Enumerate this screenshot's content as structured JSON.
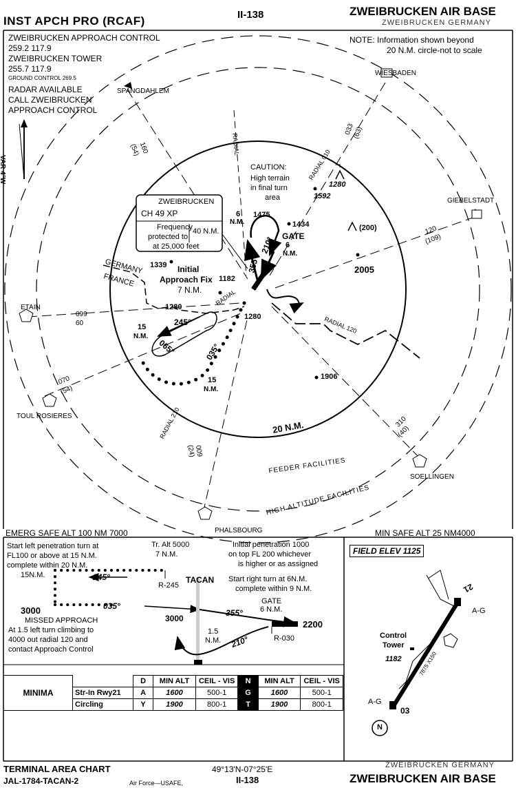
{
  "header": {
    "title_left": "INST APCH PRO (RCAF)",
    "page_code": "II-138",
    "airport_name": "ZWEIBRUCKEN AIR BASE",
    "airport_location": "ZWEIBRUCKEN GERMANY"
  },
  "comms": {
    "approach_control": "ZWEIBRUCKEN APPROACH CONTROL",
    "approach_freqs": "259.2   117.9",
    "tower": "ZWEIBRUCKEN TOWER",
    "tower_freqs": "255.7   117.9",
    "ground": "GROUND CONTROL  269.5",
    "radar_line1": "RADAR  AVAILABLE",
    "radar_line2": "CALL  ZWEIBRUCKEN",
    "radar_line3": "APPROACH  CONTROL"
  },
  "note": {
    "line1": "NOTE:  Information shown beyond",
    "line2": "20 N.M. circle-not to scale"
  },
  "var": "VAR 4°W",
  "caution": {
    "line1": "CAUTION:",
    "line2": "High terrain",
    "line3": "in final turn",
    "line4": "area"
  },
  "tacan_box": {
    "name": "ZWEIBRUCKEN",
    "channel": "CH  49   XP",
    "freq_line1": "Frequency",
    "freq_line2": "protected to",
    "freq_line3": "at 25,000 feet",
    "range": "40 N.M."
  },
  "plan": {
    "iaf_line1": "Initial",
    "iaf_line2": "Approach Fix",
    "iaf_line3": "7 N.M.",
    "gate": "GATE",
    "gate_dist": "6",
    "gate_nm": "N.M.",
    "nm6": "6",
    "nm6b": "N.M.",
    "nm15a": "15",
    "nm15a_b": "N.M.",
    "nm15b": "15",
    "nm15b_b": "N.M.",
    "crs_245": "245°",
    "crs_065": "065°",
    "crs_035": "035°",
    "crs_355": "355°",
    "crs_210": "210°",
    "radial": "RADIAL",
    "radial_010": "RADIAL 010",
    "radial_120": "RADIAL 120",
    "radial_210": "RADIAL 210",
    "ring_20": "20 N.M.",
    "feeder": "FEEDER FACILITIES",
    "high_alt": "HIGH ALTITUDE FACILITIES",
    "germany": "GERMANY",
    "france": "FRANCE",
    "elev_1339": "1339",
    "elev_1182": "1182",
    "elev_1280a": "1280",
    "elev_1280b": "1280",
    "elev_1475": "1475",
    "elev_1434": "1434",
    "elev_1592": "1592",
    "elev_1280c": "1280",
    "elev_200": "(200)",
    "elev_2005": "2005",
    "elev_1906": "1906"
  },
  "facilities": {
    "spangdahlem": "SPANGDAHLEM",
    "spangdahlem_brg": "160",
    "spangdahlem_dist": "(54)",
    "wiesbaden": "WIESBADEN",
    "wiesbaden_brg": "033",
    "wiesbaden_dist": "(63)",
    "giebelstadt": "GIEBELSTADT",
    "giebelstadt_brg": "120",
    "giebelstadt_dist": "(109)",
    "etain": "ETAIN",
    "etain_brg": "099",
    "etain_dist": "60",
    "toul": "TOUL ROSIERES",
    "toul_brg": "070",
    "toul_dist": "(54)",
    "phalsbourg": "PHALSBOURG",
    "phalsbourg_brg": "009",
    "phalsbourg_dist": "(24)",
    "soellingen": "SOELLINGEN",
    "soellingen_brg": "310",
    "soellingen_dist": "(40)"
  },
  "safe_alts": {
    "emerg": "EMERG SAFE ALT 100 NM 7000",
    "min": "MIN SAFE ALT 25 NM4000",
    "field_elev": "FIELD ELEV 1125"
  },
  "profile": {
    "left_note1": "Start left penetration turn at",
    "left_note2": "FL100 or above at 15 N.M.",
    "left_note3": "complete within 20 N.M.",
    "tr_alt1": "Tr. Alt 5000",
    "tr_alt2": "7 N.M.",
    "right_note1": "Initial penetration 1000",
    "right_note2": "on top FL 200 whichever",
    "right_note3": "is higher or as assigned",
    "right_note4": "Start right turn at 6N.M.",
    "right_note5": "complete within 9 N.M.",
    "nm15": "15N.M.",
    "crs245": "245°",
    "r245": "R-245",
    "tacan": "TACAN",
    "alt3000a": "3000",
    "crs035": "035°",
    "alt3000b": "3000",
    "crs355": "355°",
    "gate": "GATE",
    "gate_nm": "6 N.M.",
    "alt2200": "2200",
    "ma1": "MISSED  APPROACH",
    "ma2": "At 1.5 left turn climbing to",
    "ma3": "4000 out radial 120 and",
    "ma4": "contact Approach Control",
    "nm15b": "1.5",
    "nm15b_u": "N.M.",
    "crs210": "210°",
    "r030": "R-030"
  },
  "minima": {
    "label": "MINIMA",
    "d": "D",
    "a": "A",
    "y": "Y",
    "col_min_alt": "MIN ALT",
    "col_ceil_vis": "CEIL - VIS",
    "row1_label": "Str-In Rwy21",
    "row2_label": "Circling",
    "r1_alt1": "1600",
    "r1_cv1": "500-1",
    "r1_alt2": "1600",
    "r1_cv2": "500-1",
    "r2_alt1": "1900",
    "r2_cv1": "800-1",
    "r2_alt2": "1900",
    "r2_cv2": "800-1",
    "mid_n": "N",
    "mid_g": "G",
    "mid_t": "T"
  },
  "airfield": {
    "rwy21": "21",
    "rwy03": "03",
    "ag_top": "A-G",
    "ag_bottom": "A-G",
    "tower1": "Control",
    "tower2": "Tower",
    "tower_elev": "1182",
    "rwy_dims": "7875 X150",
    "north": "N"
  },
  "footer": {
    "chart_type": "TERMINAL AREA CHART",
    "chart_id": "JAL-1784-TACAN-2",
    "agency": "Air Force—USAFE,",
    "coords": "49°13'N-07°25'E",
    "page_code": "II-138",
    "location": "ZWEIBRUCKEN GERMANY",
    "airport_name": "ZWEIBRUCKEN AIR BASE"
  },
  "colors": {
    "ink": "#000000",
    "paper": "#ffffff"
  }
}
